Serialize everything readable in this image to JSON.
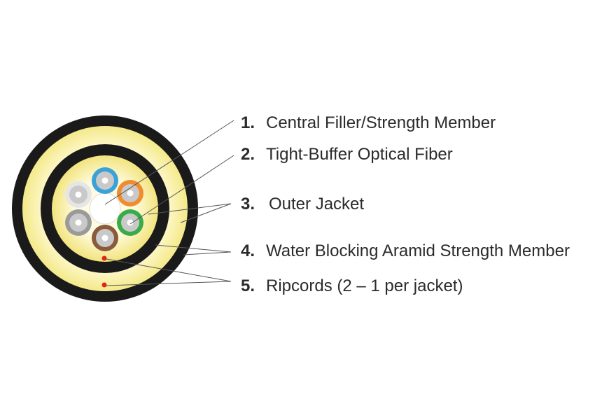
{
  "colors": {
    "outer_jacket": "#1a1a1a",
    "aramid_yarn": "#fbf3a6",
    "inner_jacket": "#1a1a1a",
    "ripcord": "#e2231a",
    "leader_line": "#555555",
    "fiber_colors": [
      "#e6e6e6",
      "#3aa2d8",
      "#f08c2e",
      "#3aab49",
      "#8a5a3c",
      "#9a9a9a"
    ]
  },
  "labels": [
    {
      "num": "1.",
      "text": "Central Filler/Strength Member"
    },
    {
      "num": "2.",
      "text": "Tight-Buffer Optical Fiber"
    },
    {
      "num": "3.",
      "text": "Outer Jacket"
    },
    {
      "num": "4.",
      "text": "Water Blocking Aramid Strength Member"
    },
    {
      "num": "5.",
      "text": "Ripcords (2 – 1 per jacket)"
    }
  ]
}
